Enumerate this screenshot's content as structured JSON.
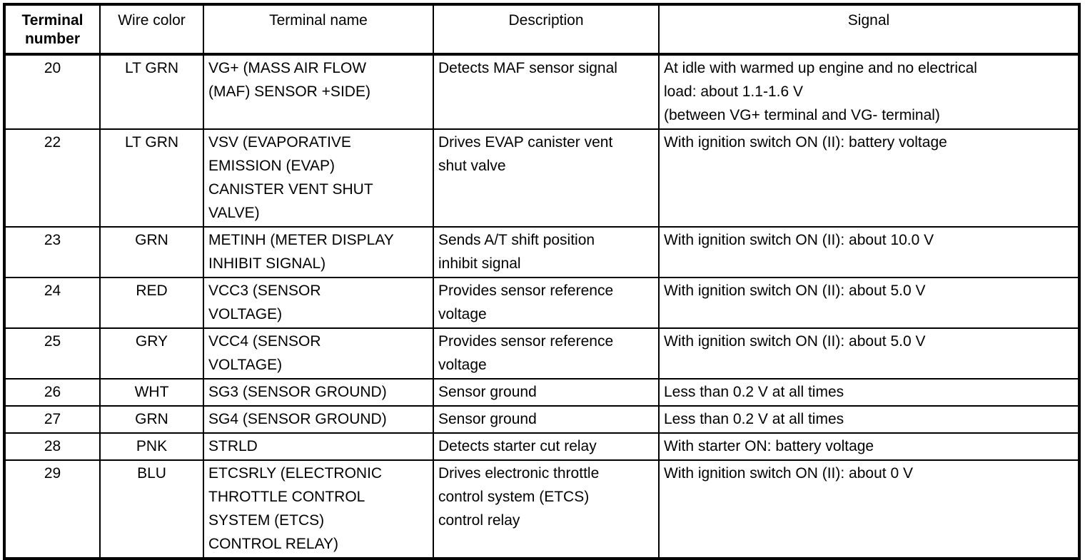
{
  "table": {
    "columns": [
      {
        "key": "terminal_number",
        "label": "Terminal\nnumber",
        "bold": true,
        "align": "center"
      },
      {
        "key": "wire_color",
        "label": "Wire color",
        "bold": false,
        "align": "center"
      },
      {
        "key": "terminal_name",
        "label": "Terminal name",
        "bold": false,
        "align": "center"
      },
      {
        "key": "description",
        "label": "Description",
        "bold": false,
        "align": "center"
      },
      {
        "key": "signal",
        "label": "Signal",
        "bold": false,
        "align": "center"
      }
    ],
    "rows": [
      {
        "terminal_number": "20",
        "wire_color": "LT GRN",
        "terminal_name": "VG+ (MASS AIR FLOW\n(MAF) SENSOR +SIDE)",
        "description": "Detects MAF sensor signal",
        "signal": "At idle with warmed up engine and no electrical\nload: about 1.1-1.6 V\n(between VG+ terminal and VG- terminal)"
      },
      {
        "terminal_number": "22",
        "wire_color": "LT GRN",
        "terminal_name": "VSV (EVAPORATIVE\nEMISSION (EVAP)\nCANISTER VENT SHUT\nVALVE)",
        "description": "Drives EVAP canister vent\nshut valve",
        "signal": "With ignition switch ON (II): battery voltage"
      },
      {
        "terminal_number": "23",
        "wire_color": "GRN",
        "terminal_name": "METINH (METER DISPLAY\nINHIBIT SIGNAL)",
        "description": "Sends A/T shift position\ninhibit signal",
        "signal": "With ignition switch ON (II): about 10.0 V"
      },
      {
        "terminal_number": "24",
        "wire_color": "RED",
        "terminal_name": "VCC3 (SENSOR\nVOLTAGE)",
        "description": "Provides sensor reference\nvoltage",
        "signal": "With ignition switch ON (II): about 5.0 V"
      },
      {
        "terminal_number": "25",
        "wire_color": "GRY",
        "terminal_name": "VCC4 (SENSOR\nVOLTAGE)",
        "description": "Provides sensor reference\nvoltage",
        "signal": "With ignition switch ON (II): about 5.0 V"
      },
      {
        "terminal_number": "26",
        "wire_color": "WHT",
        "terminal_name": "SG3 (SENSOR GROUND)",
        "description": "Sensor ground",
        "signal": "Less than 0.2 V at all times"
      },
      {
        "terminal_number": "27",
        "wire_color": "GRN",
        "terminal_name": "SG4 (SENSOR GROUND)",
        "description": "Sensor ground",
        "signal": "Less than 0.2 V at all times"
      },
      {
        "terminal_number": "28",
        "wire_color": "PNK",
        "terminal_name": "STRLD",
        "description": "Detects starter cut relay",
        "signal": "With starter ON: battery voltage"
      },
      {
        "terminal_number": "29",
        "wire_color": "BLU",
        "terminal_name": "ETCSRLY (ELECTRONIC\nTHROTTLE CONTROL\nSYSTEM (ETCS)\nCONTROL RELAY)",
        "description": "Drives electronic throttle\ncontrol system (ETCS)\ncontrol relay",
        "signal": "With ignition switch ON (II): about 0 V"
      }
    ]
  }
}
